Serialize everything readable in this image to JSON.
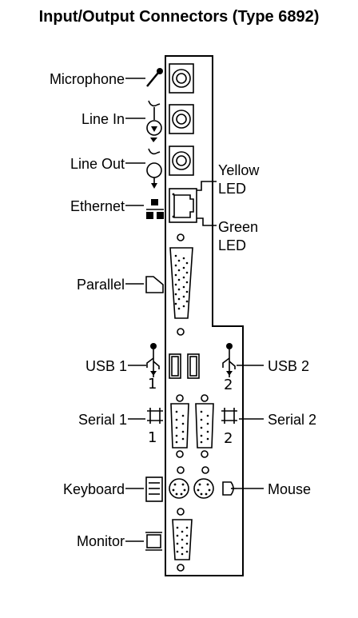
{
  "title": "Input/Output Connectors (Type 6892)",
  "labels": {
    "microphone": "Microphone",
    "line_in": "Line In",
    "line_out": "Line Out",
    "ethernet": "Ethernet",
    "parallel": "Parallel",
    "usb1": "USB 1",
    "serial1": "Serial 1",
    "keyboard": "Keyboard",
    "monitor": "Monitor",
    "yellow_led_1": "Yellow",
    "yellow_led_2": "LED",
    "green_led_1": "Green",
    "green_led_2": "LED",
    "usb2": "USB 2",
    "serial2": "Serial 2",
    "mouse": "Mouse"
  },
  "port_numbers": {
    "usb1": "1",
    "usb2": "2",
    "serial1": "1",
    "serial2": "2"
  }
}
